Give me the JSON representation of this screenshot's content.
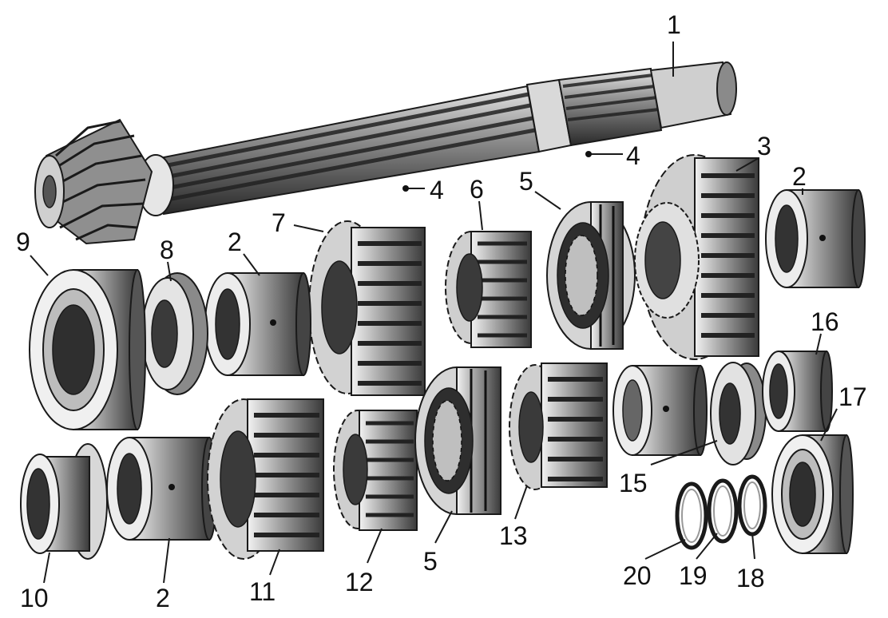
{
  "diagram": {
    "callouts": [
      {
        "id": "c1",
        "label": "1"
      },
      {
        "id": "c2a",
        "label": "2"
      },
      {
        "id": "c3",
        "label": "3"
      },
      {
        "id": "c4a",
        "label": "4"
      },
      {
        "id": "c4b",
        "label": "4"
      },
      {
        "id": "c5a",
        "label": "5"
      },
      {
        "id": "c6",
        "label": "6"
      },
      {
        "id": "c7",
        "label": "7"
      },
      {
        "id": "c2b",
        "label": "2"
      },
      {
        "id": "c8",
        "label": "8"
      },
      {
        "id": "c9",
        "label": "9"
      },
      {
        "id": "c16",
        "label": "16"
      },
      {
        "id": "c17",
        "label": "17"
      },
      {
        "id": "c15",
        "label": "15"
      },
      {
        "id": "c13",
        "label": "13"
      },
      {
        "id": "c5b",
        "label": "5"
      },
      {
        "id": "c12",
        "label": "12"
      },
      {
        "id": "c11",
        "label": "11"
      },
      {
        "id": "c2c",
        "label": "2"
      },
      {
        "id": "c10",
        "label": "10"
      },
      {
        "id": "c20",
        "label": "20"
      },
      {
        "id": "c19",
        "label": "19"
      },
      {
        "id": "c18",
        "label": "18"
      }
    ],
    "colors": {
      "ink": "#1a1a1a",
      "mid": "#777777",
      "light": "#bdbdbd",
      "paper": "#ffffff"
    }
  }
}
